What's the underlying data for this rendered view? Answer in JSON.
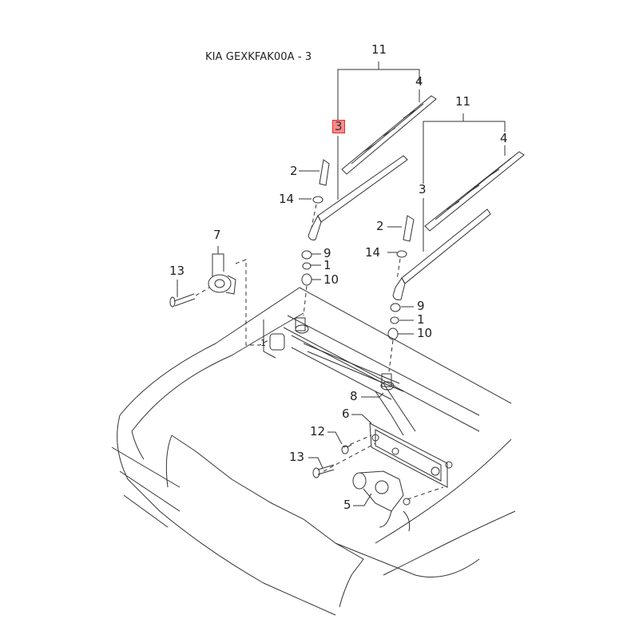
{
  "title": "KIA GEXKFAK00A - 3",
  "highlighted_part": "3",
  "callouts": {
    "left_assembly": {
      "assembly": "11",
      "arm": "3",
      "blade": "4",
      "cap": "2",
      "nut": "14",
      "bushing": "9",
      "washer": "1",
      "pivot_nut": "10"
    },
    "right_assembly": {
      "assembly": "11",
      "arm": "3",
      "blade": "4",
      "cap": "2",
      "nut": "14",
      "bushing": "9",
      "washer": "1",
      "pivot_nut": "10"
    },
    "cowl": {
      "grommet": "7",
      "screw": "13",
      "bracket_ref": "1"
    },
    "linkage": {
      "link": "8",
      "bracket": "6",
      "bolt": "12",
      "screw": "13",
      "motor": "5"
    }
  }
}
